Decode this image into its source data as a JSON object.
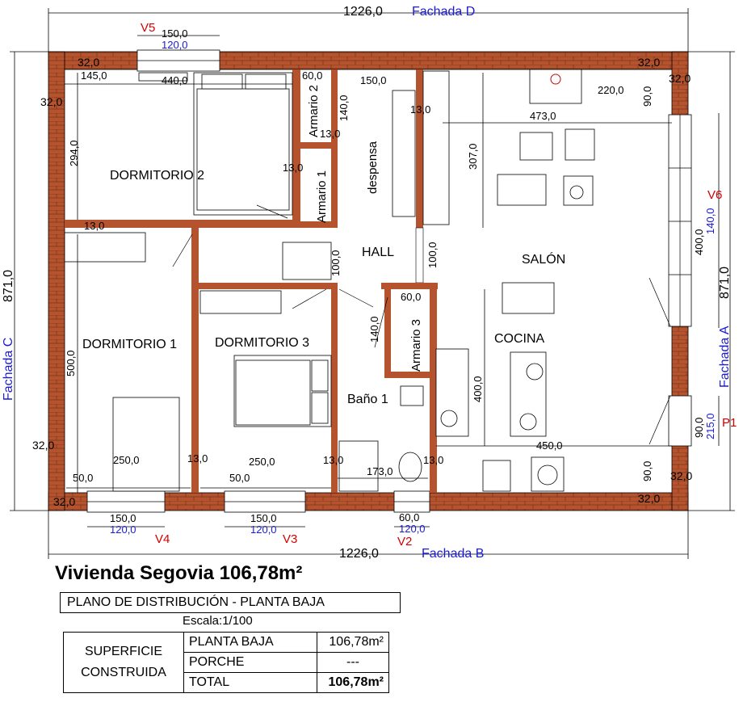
{
  "overall": {
    "width_top": "1226,0",
    "width_bottom": "1226,0",
    "height_left": "871,0",
    "height_right": "871,0"
  },
  "facades": {
    "top": "Fachada D",
    "bottom": "Fachada B",
    "left": "Fachada C",
    "right": "Fachada A"
  },
  "rooms": {
    "dormitorio2": "DORMITORIO 2",
    "dormitorio1": "DORMITORIO 1",
    "dormitorio3": "DORMITORIO 3",
    "armario2": "Armario 2",
    "armario1": "Armario 1",
    "armario3": "Armario 3",
    "despensa": "despensa",
    "hall": "HALL",
    "salon": "SALÓN",
    "cocina": "COCINA",
    "bano": "Baño 1"
  },
  "windows": {
    "v5": {
      "label": "V5",
      "width": "150,0",
      "opening": "120,0"
    },
    "v6": {
      "label": "V6",
      "width": "400,0",
      "opening": "140,0"
    },
    "p1": {
      "label": "P1",
      "width": "90,0",
      "opening": "215,0"
    },
    "v4": {
      "label": "V4",
      "width": "150,0",
      "opening": "120,0"
    },
    "v3": {
      "label": "V3",
      "width": "150,0",
      "opening": "120,0"
    },
    "v2": {
      "label": "V2",
      "width": "60,0",
      "opening": "120,0"
    }
  },
  "dimensions": {
    "wall_tl": "32,0",
    "d145": "145,0",
    "d440": "440,0",
    "wall_tl2": "32,0",
    "d294": "294,0",
    "d60a": "60,0",
    "d140a": "140,0",
    "d13a": "13,0",
    "d13b": "13,0",
    "d150": "150,0",
    "d13c": "13,0",
    "d307": "307,0",
    "d473": "473,0",
    "d220": "220,0",
    "d90a": "90,0",
    "wall_tr": "32,0",
    "wall_tr2": "32,0",
    "d13d": "13,0",
    "d100a": "100,0",
    "d100b": "100,0",
    "d60b": "60,0",
    "d140b": "140,0",
    "d500": "500,0",
    "d400": "400,0",
    "wall_bl": "32,0",
    "d250a": "250,0",
    "d50a": "50,0",
    "d13e": "13,0",
    "d250b": "250,0",
    "d50b": "50,0",
    "d13f": "13,0",
    "d173": "173,0",
    "d13g": "13,0",
    "d450": "450,0",
    "d90b": "90,0",
    "wall_br": "32,0",
    "wall_br2": "32,0",
    "wall_bl2": "32,0"
  },
  "title": "Vivienda Segovia 106,78m²",
  "subtitle": "PLANO DE DISTRIBUCIÓN - PLANTA BAJA",
  "scale": "Escala:1/100",
  "table": {
    "heading_line1": "SUPERFICIE",
    "heading_line2": "CONSTRUIDA",
    "rows": [
      {
        "label": "PLANTA BAJA",
        "value": "106,78m²"
      },
      {
        "label": "PORCHE",
        "value": "---"
      },
      {
        "label": "TOTAL",
        "value": "106,78m²"
      }
    ]
  },
  "colors": {
    "wall": "#b5532e",
    "dimension_text": "#000000",
    "opening_text": "#1a1ad6",
    "window_label": "#d40000"
  }
}
